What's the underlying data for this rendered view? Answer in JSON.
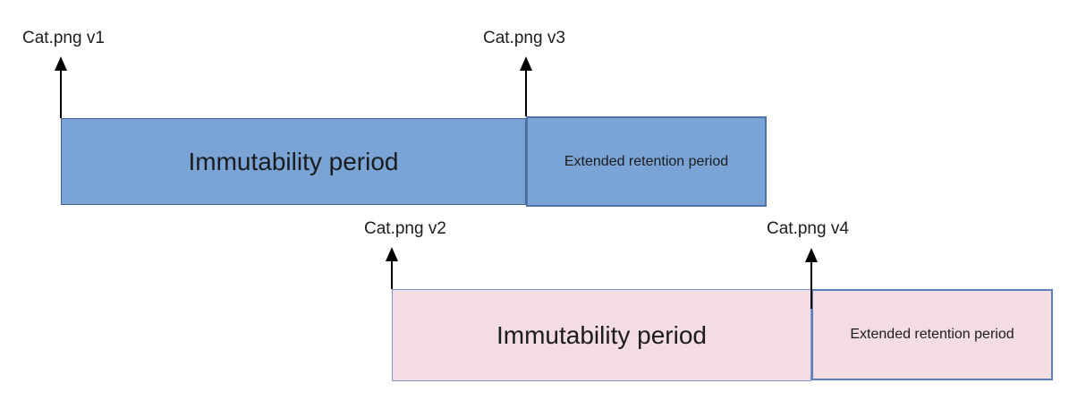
{
  "rows": [
    {
      "name": "blue-version-timeline",
      "version_start_label": "Cat.png v1",
      "version_mid_label": "Cat.png v3",
      "immutability_label": "Immutability period",
      "extended_label": "Extended retention period"
    },
    {
      "name": "pink-version-timeline",
      "version_start_label": "Cat.png v2",
      "version_mid_label": "Cat.png v4",
      "immutability_label": "Immutability period",
      "extended_label": "Extended retention period"
    }
  ],
  "colors": {
    "row1_fill": "#7aa3d6",
    "row1_bar_border": "#44618c",
    "row1_extended_border": "#4d74ab",
    "row2_fill": "#f3dde3",
    "row2_bar_border": "#7d97cb",
    "row2_extended_border": "#5b7fb9",
    "label_text": "#1c1c1c",
    "arrow": "#000000"
  }
}
